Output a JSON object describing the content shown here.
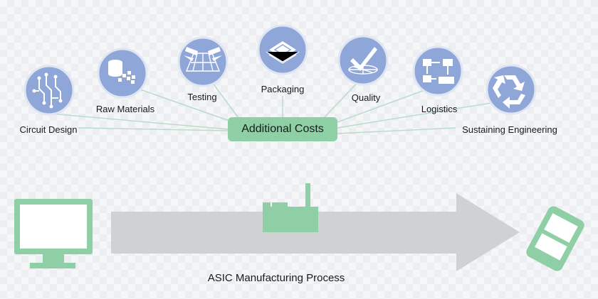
{
  "colors": {
    "icon_circle": "#8fa6d8",
    "icon_circle_stroke": "#dfe5f3",
    "accent_green": "#8ecfa6",
    "arrow_gray": "#d0d1d3",
    "connector": "#b9ddc8"
  },
  "cost_items": [
    {
      "label": "Circuit Design",
      "icon": "circuit-icon"
    },
    {
      "label": "Raw Materials",
      "icon": "raw-materials-icon"
    },
    {
      "label": "Testing",
      "icon": "testing-icon"
    },
    {
      "label": "Packaging",
      "icon": "chip-icon"
    },
    {
      "label": "Quality",
      "icon": "quality-check-icon"
    },
    {
      "label": "Logistics",
      "icon": "flowchart-icon"
    },
    {
      "label": "Sustaining Engineering",
      "icon": "recycle-icon"
    }
  ],
  "center": {
    "label": "Additional Costs"
  },
  "process": {
    "label": "ASIC Manufacturing Process"
  },
  "devices": {
    "left": "monitor-icon",
    "right": "phone-icon",
    "middle": "factory-icon"
  }
}
